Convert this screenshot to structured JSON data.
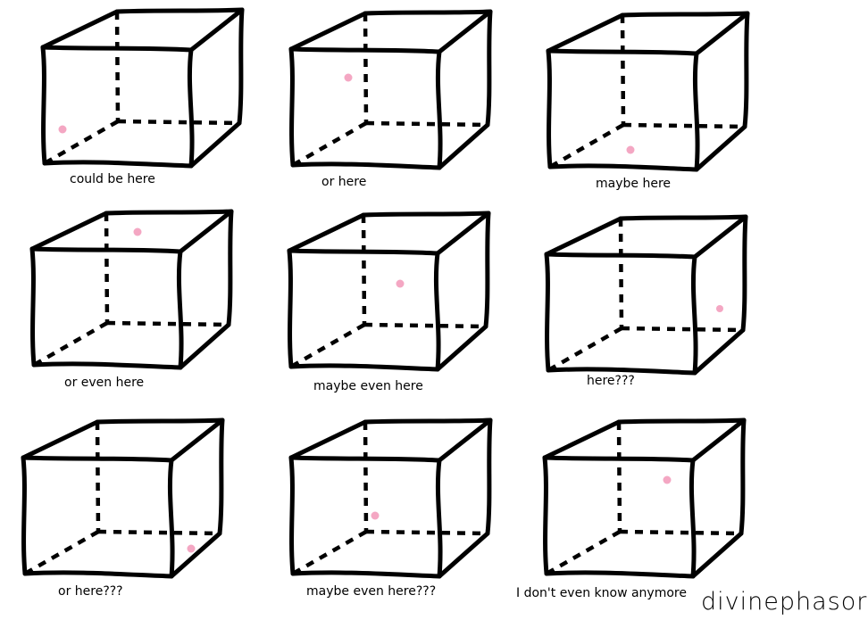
{
  "panels": [
    {
      "caption": "could be here"
    },
    {
      "caption": "or here"
    },
    {
      "caption": "maybe here"
    },
    {
      "caption": "or even here"
    },
    {
      "caption": "maybe even here"
    },
    {
      "caption": "here???"
    },
    {
      "caption": "or here???"
    },
    {
      "caption": "maybe even here???"
    },
    {
      "caption": "I don't even know anymore"
    }
  ],
  "signature": "divinephasor.com",
  "colors": {
    "ink": "#000000",
    "dot": "#f4a7c3",
    "background": "#ffffff"
  }
}
